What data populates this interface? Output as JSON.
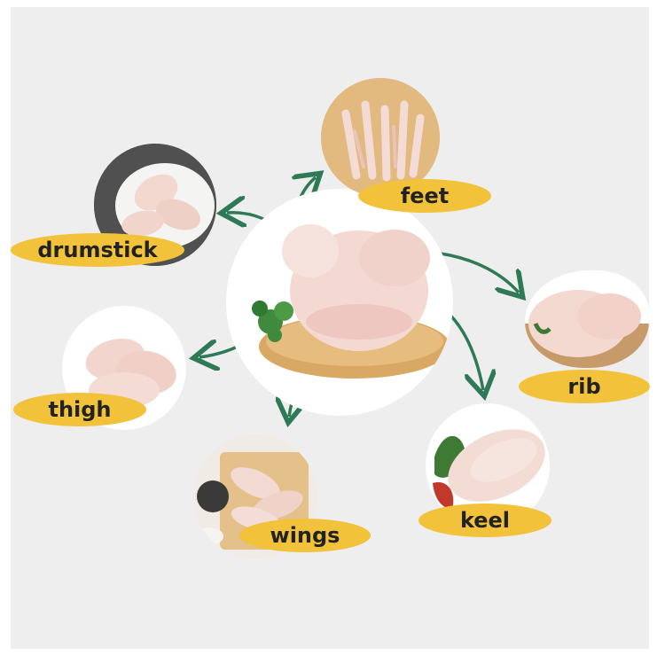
{
  "colors": {
    "background": "#eeeeee",
    "pill": "#f2c23a",
    "arrow": "#2e7a57",
    "label_text": "#222222",
    "meat": "#f3d9d2",
    "board": "#d9a864"
  },
  "center": {
    "icon": "whole-chicken-icon"
  },
  "parts": [
    {
      "id": "feet",
      "label": "feet",
      "icon": "chicken-feet-icon"
    },
    {
      "id": "drumstick",
      "label": "drumstick",
      "icon": "drumstick-icon"
    },
    {
      "id": "thigh",
      "label": "thigh",
      "icon": "thigh-icon"
    },
    {
      "id": "wings",
      "label": "wings",
      "icon": "wings-icon"
    },
    {
      "id": "keel",
      "label": "keel",
      "icon": "keel-icon"
    },
    {
      "id": "rib",
      "label": "rib",
      "icon": "rib-icon"
    }
  ]
}
